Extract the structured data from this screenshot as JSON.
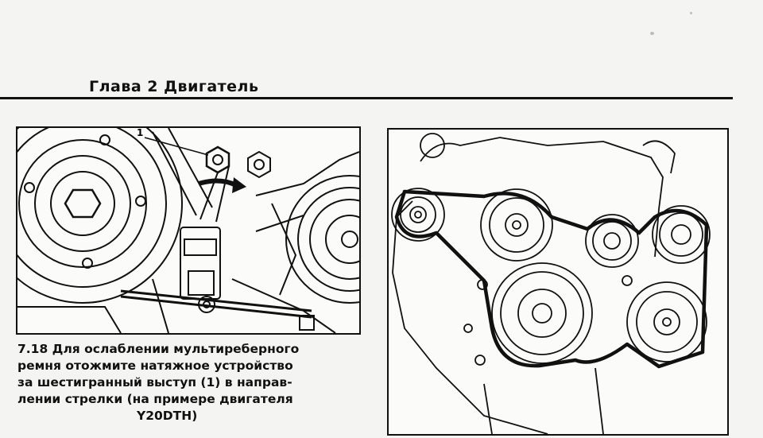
{
  "header": {
    "chapter_title": "Глава 2 Двигатель"
  },
  "figure_left": {
    "callout_number": "1"
  },
  "caption": {
    "lines": [
      "7.18 Для ослаблении мультиреберного",
      "ремня отожмите натяжное устройство",
      "за шестигранный выступ (1) в направ-",
      "лении стрелки (на примере двигателя",
      "Y20DTH)"
    ]
  },
  "colors": {
    "ink": "#111111",
    "paper": "#f4f4f2"
  }
}
